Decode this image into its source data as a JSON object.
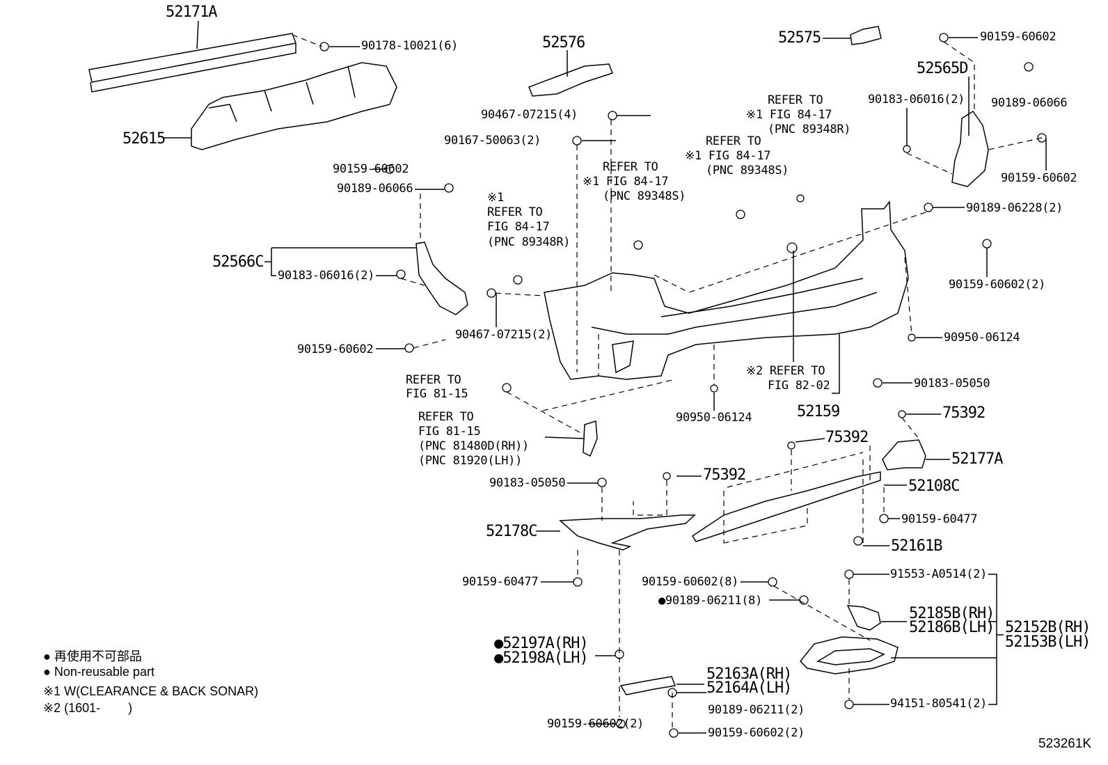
{
  "labels": {
    "p52171A": "52171A",
    "p90178": "90178-10021(6)",
    "p52615": "52615",
    "p52576": "52576",
    "p90467_4": "90467-07215(4)",
    "p90167": "90167-50063(2)",
    "p52575": "52575",
    "p90159_tr": "90159-60602",
    "p52565D": "52565D",
    "p90183_r": "90183-06016(2)",
    "p90189_r": "90189-06066",
    "p90159_r2": "90159-60602",
    "p90159_l": "90159-60602",
    "p90189_l": "90189-06066",
    "p52566C": "52566C",
    "p90183_l": "90183-06016(2)",
    "p90189_06228": "90189-06228(2)",
    "p90159_r3": "90159-60602(2)",
    "p90467_2": "90467-07215(2)",
    "p90950_r": "90950-06124",
    "p90159_l2": "90159-60602",
    "p52159": "52159",
    "p90950_c": "90950-06124",
    "p90183_05050_r": "90183-05050",
    "p75392_a": "75392",
    "p75392_b": "75392",
    "p52177A": "52177A",
    "p90183_05050_l": "90183-05050",
    "p75392_c": "75392",
    "p52108C": "52108C",
    "p52178C": "52178C",
    "p90159_60477_r": "90159-60477",
    "p52161B": "52161B",
    "p90159_60477_l": "90159-60477",
    "p90159_8": "90159-60602(8)",
    "p90189_8": "●90189-06211(8)",
    "p91553": "91553-A0514(2)",
    "p52185B": "52185B(RH)",
    "p52186B": "52186B(LH)",
    "p52152B": "52152B(RH)",
    "p52153B": "52153B(LH)",
    "p52197A": "●52197A(RH)",
    "p52198A": "●52198A(LH)",
    "p52163A": "52163A(RH)",
    "p52164A": "52164A(LH)",
    "p90189_2": "90189-06211(2)",
    "p94151": "94151-80541(2)",
    "p90159_2a": "90159-60602(2)",
    "p90159_2b": "90159-60602(2)"
  },
  "refs": {
    "r1": [
      "REFER TO",
      "※1 FIG 84-17",
      "(PNC 89348R)"
    ],
    "r2": [
      "REFER TO",
      "※1 FIG 84-17",
      "(PNC 89348S)"
    ],
    "r3": [
      "REFER TO",
      "※1 FIG 84-17",
      "(PNC 89348S)"
    ],
    "r4": [
      "※1",
      "REFER TO",
      "FIG 84-17",
      "(PNC 89348R)"
    ],
    "r5": [
      "※2 REFER TO",
      "FIG 82-02"
    ],
    "r6": [
      "REFER TO",
      "FIG 81-15"
    ],
    "r7": [
      "REFER TO",
      "FIG 81-15",
      "(PNC 81480D(RH))",
      "(PNC 81920(LH))"
    ]
  },
  "legend": {
    "non_reusable_jp": "● 再使用不可部品",
    "non_reusable_en": "● Non-reusable part",
    "note1": "※1 W(CLEARANCE & BACK SONAR)",
    "note2": "※2 (1601-        )"
  },
  "figure_id": "523261K"
}
